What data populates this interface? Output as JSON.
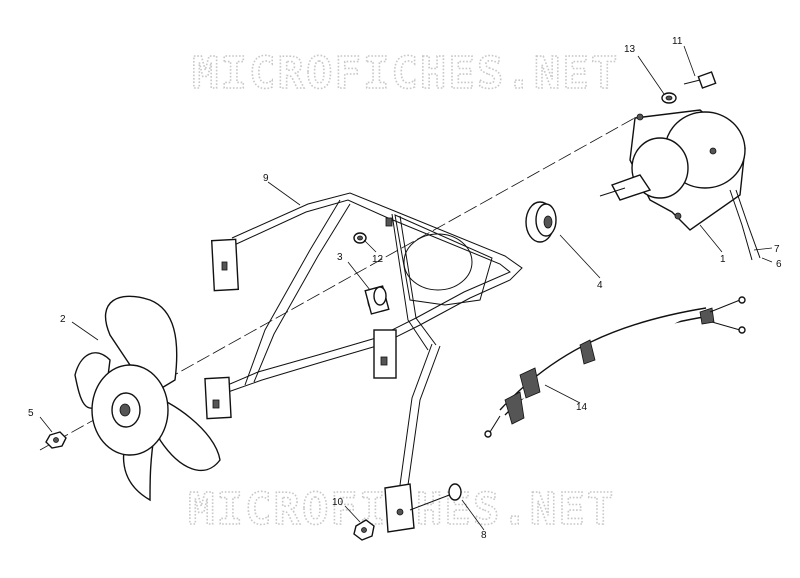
{
  "watermark": {
    "top": "MICROFICHES.NET",
    "bottom": "MICROFICHES.NET"
  },
  "callouts": [
    {
      "id": "c1",
      "text": "1"
    },
    {
      "id": "c2",
      "text": "2"
    },
    {
      "id": "c3",
      "text": "3"
    },
    {
      "id": "c4",
      "text": "4"
    },
    {
      "id": "c5",
      "text": "5"
    },
    {
      "id": "c6",
      "text": "6"
    },
    {
      "id": "c7",
      "text": "7"
    },
    {
      "id": "c8",
      "text": "8"
    },
    {
      "id": "c9",
      "text": "9"
    },
    {
      "id": "c10",
      "text": "10"
    },
    {
      "id": "c11",
      "text": "11"
    },
    {
      "id": "c12",
      "text": "12"
    },
    {
      "id": "c13",
      "text": "13"
    },
    {
      "id": "c14",
      "text": "14"
    }
  ]
}
